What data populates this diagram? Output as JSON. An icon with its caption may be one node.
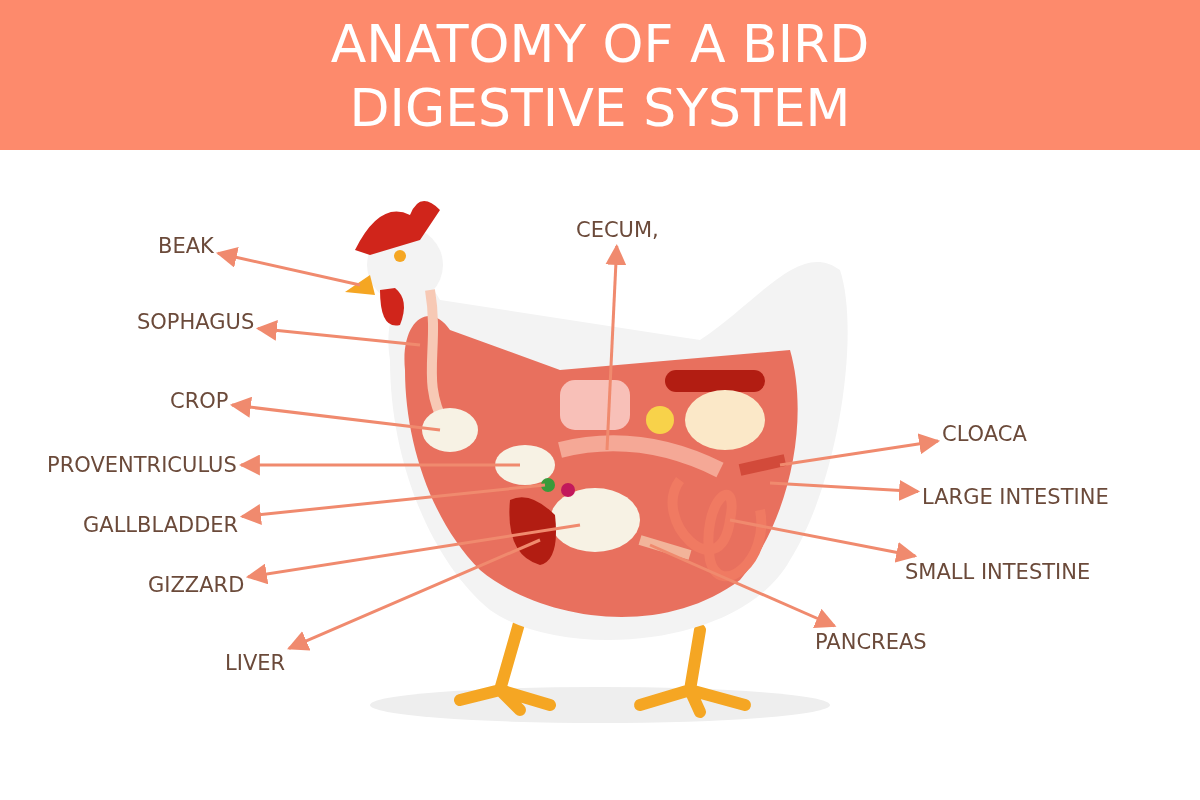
{
  "diagram": {
    "title": "ANATOMY OF A BIRD DIGESTIVE SYSTEM",
    "nodes": [
      {
        "text": [
          "BEAK"
        ]
      },
      {
        "text": [
          "SOPHAGUS"
        ]
      },
      {
        "text": [
          "CROP"
        ]
      },
      {
        "text": [
          "PROVENTRICULUS"
        ]
      },
      {
        "text": [
          "GALLBLADDER"
        ]
      },
      {
        "text": [
          "GIZZARD"
        ]
      },
      {
        "text": [
          "LIVER"
        ]
      },
      {
        "text": [
          "CECUM,"
        ]
      },
      {
        "text": [
          "CLOACA"
        ]
      },
      {
        "text": [
          "LARGE INTESTINE"
        ]
      },
      {
        "text": [
          "SMALL INTESTINE"
        ]
      },
      {
        "text": [
          "PANCREAS"
        ]
      }
    ],
    "edges": [
      {
        "from": null,
        "to": 0,
        "arrow": "to"
      },
      {
        "from": null,
        "to": 1,
        "arrow": "to"
      },
      {
        "from": null,
        "to": 2,
        "arrow": "to"
      },
      {
        "from": null,
        "to": 3,
        "arrow": "to"
      },
      {
        "from": null,
        "to": 4,
        "arrow": "to"
      },
      {
        "from": null,
        "to": 5,
        "arrow": "to"
      },
      {
        "from": null,
        "to": 6,
        "arrow": "to"
      },
      {
        "from": null,
        "to": 7,
        "arrow": "to"
      },
      {
        "from": null,
        "to": 8,
        "arrow": "to"
      },
      {
        "from": null,
        "to": 9,
        "arrow": "to"
      },
      {
        "from": null,
        "to": 10,
        "arrow": "to"
      },
      {
        "from": null,
        "to": 11,
        "arrow": "to"
      }
    ]
  }
}
